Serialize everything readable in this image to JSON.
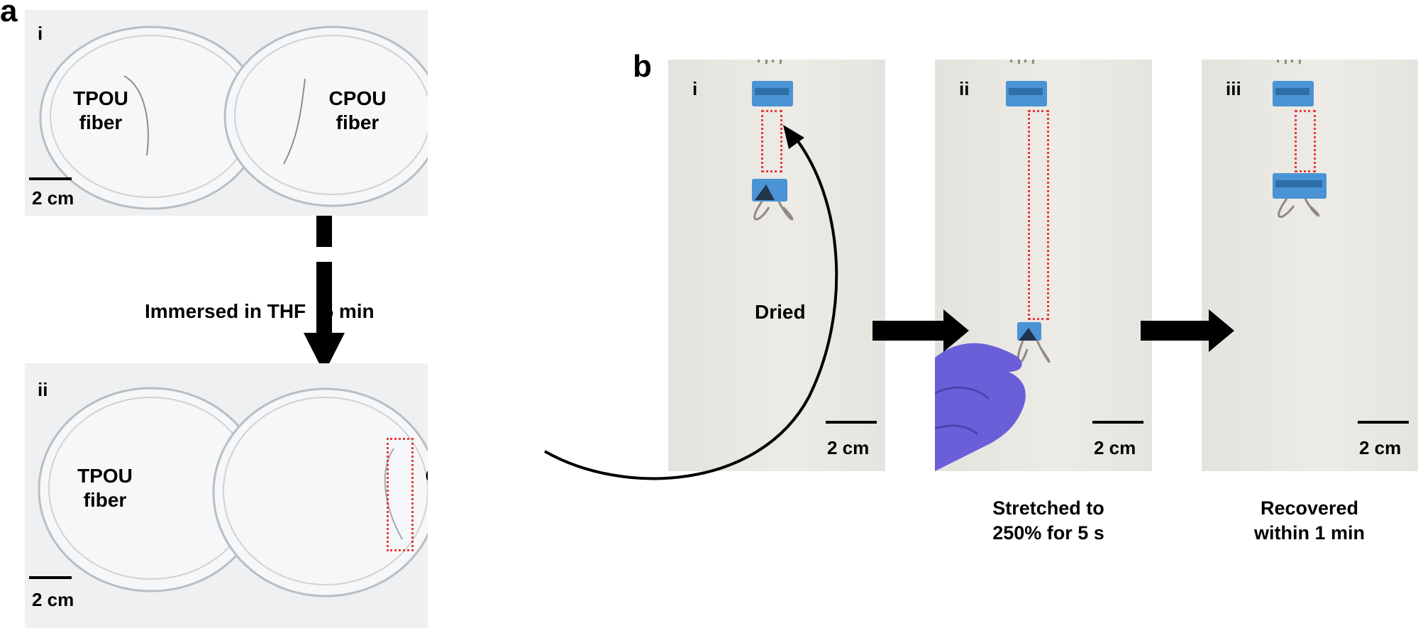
{
  "panel_a": {
    "letter": "a",
    "top_photo": {
      "roman": "i",
      "left_dish_label": "TPOU\nfiber",
      "right_dish_label": "CPOU\nfiber",
      "scale": "2 cm"
    },
    "step_label": "Immersed in THF   5 min",
    "bottom_photo": {
      "roman": "ii",
      "left_dish_label": "TPOU\nfiber",
      "right_dish_label": "CPOU\nfiber",
      "scale": "2 cm"
    }
  },
  "panel_b": {
    "letter": "b",
    "curve_label": "Dried",
    "photos": [
      {
        "roman": "i",
        "scale": "2 cm",
        "caption": ""
      },
      {
        "roman": "ii",
        "scale": "2 cm",
        "caption": "Stretched to\n250% for 5 s"
      },
      {
        "roman": "iii",
        "scale": "2 cm",
        "caption": "Recovered\nwithin 1 min"
      }
    ]
  },
  "colors": {
    "highlight_box": "#ea3a3a",
    "clip_blue": "#4a93d4",
    "glove_purple": "#6a5fd8"
  }
}
